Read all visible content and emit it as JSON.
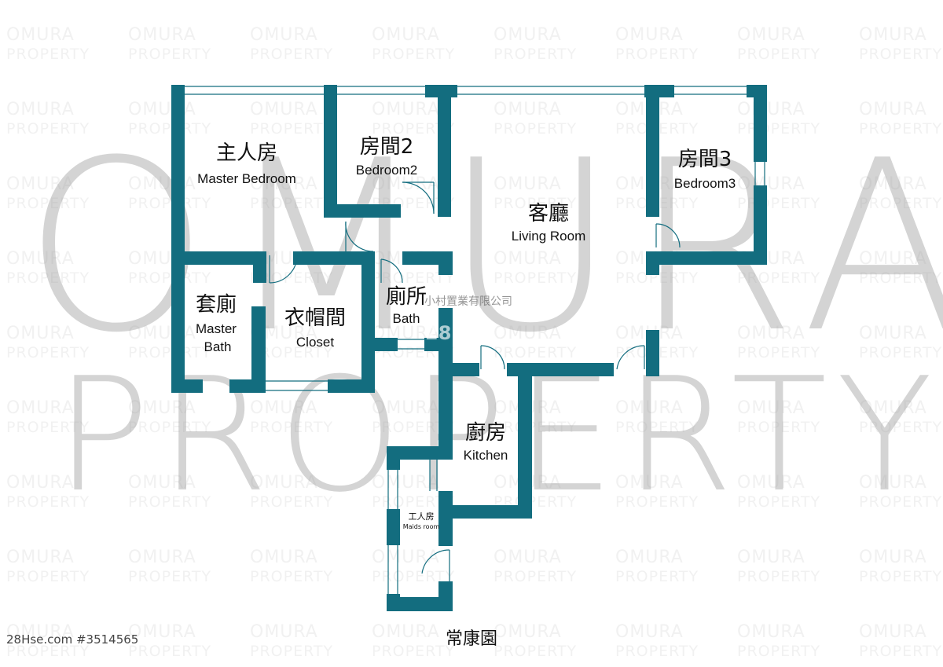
{
  "watermark": {
    "line1": "OMURA",
    "line2": "PROPERTY",
    "big_line1": "OMURA",
    "big_line2": "PROPERTY"
  },
  "company": "小村置業有限公司",
  "site_id": "28Hse.com #3514565",
  "estate_name": "常康園",
  "badge_number": "28",
  "wall_color": "#136D7F",
  "rooms": {
    "master_bedroom": {
      "zh": "主人房",
      "en": "Master Bedroom"
    },
    "bedroom2": {
      "zh": "房間2",
      "en": "Bedroom2"
    },
    "living_room": {
      "zh": "客廳",
      "en": "Living Room"
    },
    "bedroom3": {
      "zh": "房間3",
      "en": "Bedroom3"
    },
    "master_bath": {
      "zh": "套廁",
      "en_line1": "Master",
      "en_line2": "Bath"
    },
    "closet": {
      "zh": "衣帽間",
      "en": "Closet"
    },
    "bath": {
      "zh": "廁所",
      "en": "Bath"
    },
    "kitchen": {
      "zh": "廚房",
      "en": "Kitchen"
    },
    "maids_room": {
      "zh": "工人房",
      "en": "Maids room"
    }
  }
}
